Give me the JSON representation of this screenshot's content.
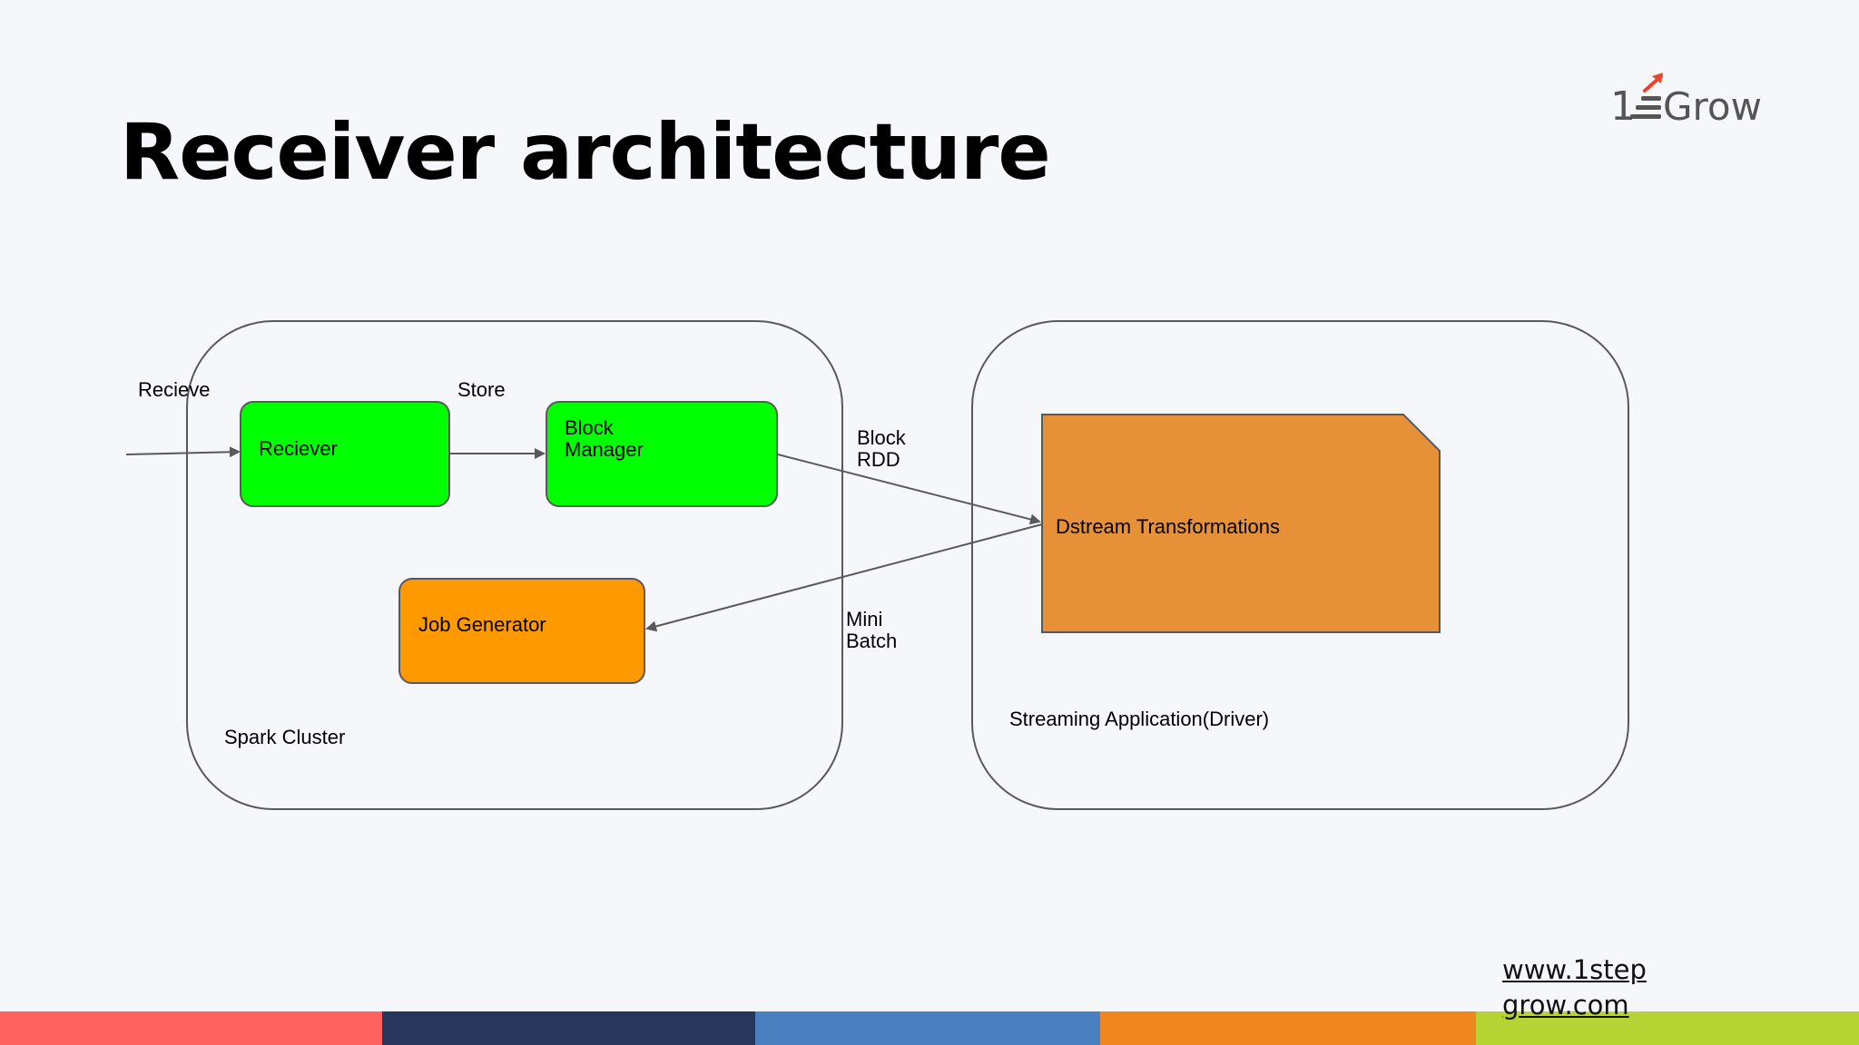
{
  "title": "Receiver architecture",
  "logo": {
    "text": "Grow",
    "number": "1",
    "accent_color": "#e8452c",
    "icon": "stairs-arrow-icon"
  },
  "diagram": {
    "spark_cluster": {
      "label": "Spark Cluster",
      "receiver": {
        "label": "Reciever",
        "color": "#00ff00"
      },
      "block_manager": {
        "label_line1": "Block",
        "label_line2": "Manager",
        "color": "#00ff00"
      },
      "job_generator": {
        "label": "Job Generator",
        "color": "#ff9900"
      }
    },
    "driver": {
      "label": "Streaming Application(Driver)",
      "dstream": {
        "label": "Dstream Transformations",
        "color": "#e69138"
      }
    },
    "edges": {
      "receive": "Recieve",
      "store": "Store",
      "block_rdd_line1": "Block",
      "block_rdd_line2": "RDD",
      "mini_batch_line1": "Mini",
      "mini_batch_line2": "Batch"
    }
  },
  "footer": {
    "url_line1": "www.1step",
    "url_line2": "grow.com"
  },
  "bottom_bar_colors": [
    "#ff6161",
    "#29365c",
    "#4a80c0",
    "#f1871f",
    "#b5d333"
  ]
}
